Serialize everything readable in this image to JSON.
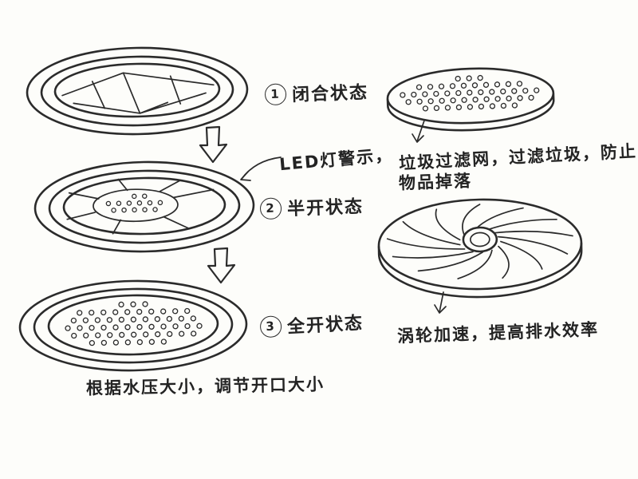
{
  "canvas": {
    "bg": "#fdfdfa",
    "ink": "#2b2b2b"
  },
  "steps": [
    {
      "num": "1",
      "label": "闭合状态"
    },
    {
      "num": "2",
      "label": "半开状态"
    },
    {
      "num": "3",
      "label": "全开状态"
    }
  ],
  "annotations": {
    "led": "LED灯警示，",
    "pressure_note": "根据水压大小，调节开口大小",
    "filter_line1": "垃圾过滤网，过滤垃圾，防止",
    "filter_line2": "物品掉落",
    "turbine_note": "涡轮加速，提高排水效率"
  }
}
